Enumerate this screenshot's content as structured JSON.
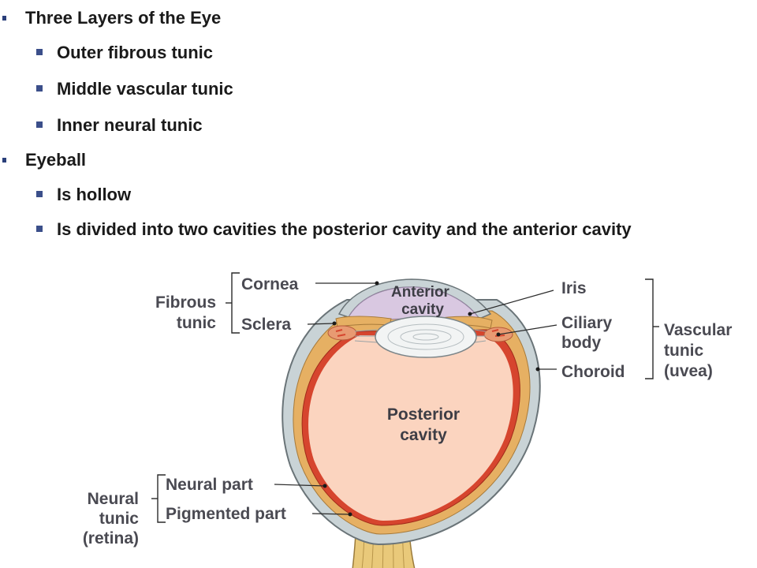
{
  "bullets": [
    {
      "level": 1,
      "text": "Three Layers of the Eye"
    },
    {
      "level": 2,
      "text": "Outer fibrous tunic"
    },
    {
      "level": 2,
      "text": "Middle vascular tunic"
    },
    {
      "level": 2,
      "text": "Inner neural tunic"
    },
    {
      "level": 1,
      "text": "Eyeball"
    },
    {
      "level": 2,
      "text": "Is hollow"
    },
    {
      "level": 2,
      "text": "Is divided into two cavities the posterior cavity and the anterior cavity"
    }
  ],
  "diagram": {
    "labels": {
      "cornea": "Cornea",
      "sclera": "Sclera",
      "fibrous_tunic_1": "Fibrous",
      "fibrous_tunic_2": "tunic",
      "anterior_cavity_1": "Anterior",
      "anterior_cavity_2": "cavity",
      "iris": "Iris",
      "ciliary_body_1": "Ciliary",
      "ciliary_body_2": "body",
      "choroid": "Choroid",
      "vascular_tunic_1": "Vascular",
      "vascular_tunic_2": "tunic",
      "vascular_tunic_3": "(uvea)",
      "posterior_cavity_1": "Posterior",
      "posterior_cavity_2": "cavity",
      "neural_part": "Neural part",
      "pigmented_part": "Pigmented part",
      "neural_tunic_1": "Neural",
      "neural_tunic_2": "tunic",
      "neural_tunic_3": "(retina)"
    },
    "colors": {
      "sclera": "#c9d3d6",
      "choroid": "#e6b063",
      "retina_pigmented": "#d6452e",
      "posterior_fill": "#fbd4bf",
      "anterior_fill": "#d9c8e1",
      "lens": "#f2f4f4",
      "optic_nerve": "#e9c97a"
    }
  }
}
